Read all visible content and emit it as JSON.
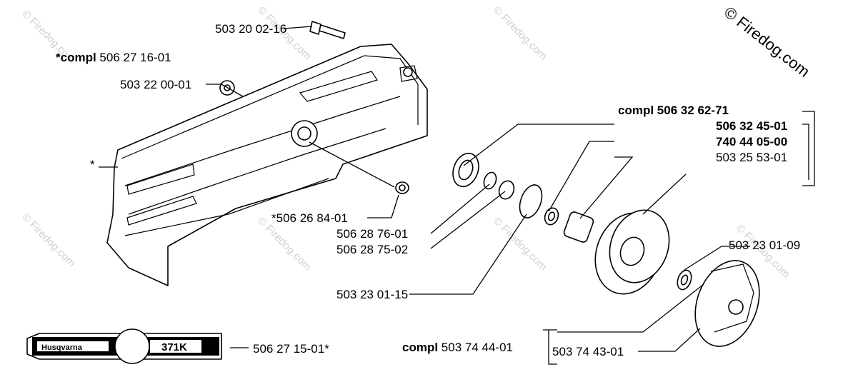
{
  "copyright": "© Firedog.com",
  "watermark": "© Firedog.com",
  "decal": {
    "brand": "Husqvarna",
    "model": "371K"
  },
  "labels": {
    "bolt": "503 20 02-16",
    "cover_compl_prefix": "*compl",
    "cover_compl_num": "506 27 16-01",
    "nut": "503 22 00-01",
    "cover_star": "*",
    "bushing": "*506 26 84-01",
    "ring1": "506 28 76-01",
    "ring2": "506 28 75-02",
    "washer": "503 23 01-15",
    "decal_num": "506 27 15-01*",
    "drum_compl": "compl 506 32 62-71",
    "drum_part1": "506 32 45-01",
    "drum_part2": "740 44 05-00",
    "drum_part3": "503 25 53-01",
    "clutch_washer": "503 23 01-09",
    "clutch_compl_prefix": "compl",
    "clutch_compl_num": "503 74 44-01",
    "clutch_part": "503 74 43-01"
  }
}
